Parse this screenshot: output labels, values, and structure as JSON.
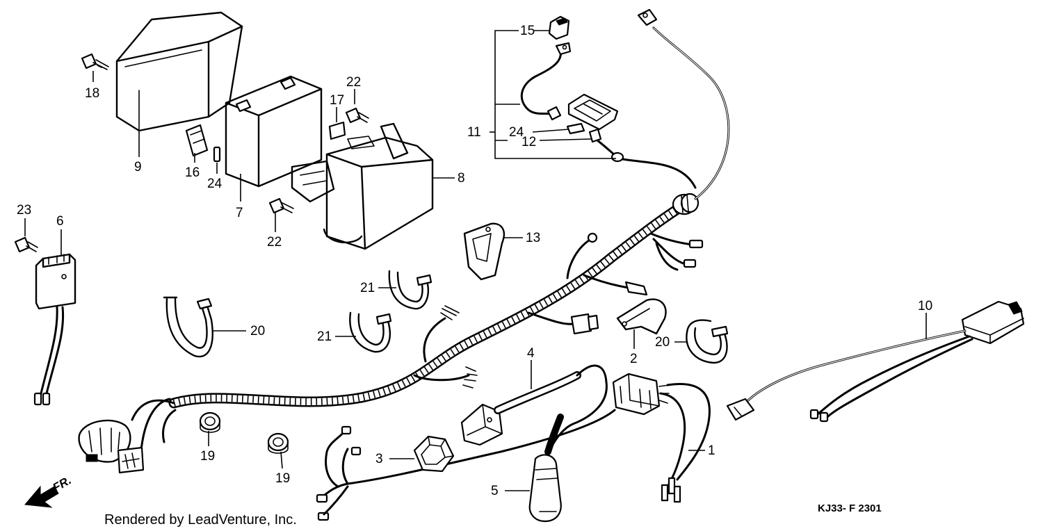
{
  "diagram": {
    "callouts": {
      "c1": "1",
      "c2": "2",
      "c3": "3",
      "c4": "4",
      "c5": "5",
      "c6": "6",
      "c7": "7",
      "c8": "8",
      "c9": "9",
      "c10": "10",
      "c11": "11",
      "c12": "12",
      "c13": "13",
      "c15": "15",
      "c16": "16",
      "c17": "17",
      "c18": "18",
      "c19a": "19",
      "c19b": "19",
      "c20a": "20",
      "c20b": "20",
      "c21a": "21",
      "c21b": "21",
      "c22a": "22",
      "c22b": "22",
      "c23": "23",
      "c24a": "24",
      "c24b": "24"
    },
    "direction_label": "FR.",
    "diagram_code": "KJ33- F 2301",
    "credit": "Rendered by LeadVenture, Inc."
  }
}
